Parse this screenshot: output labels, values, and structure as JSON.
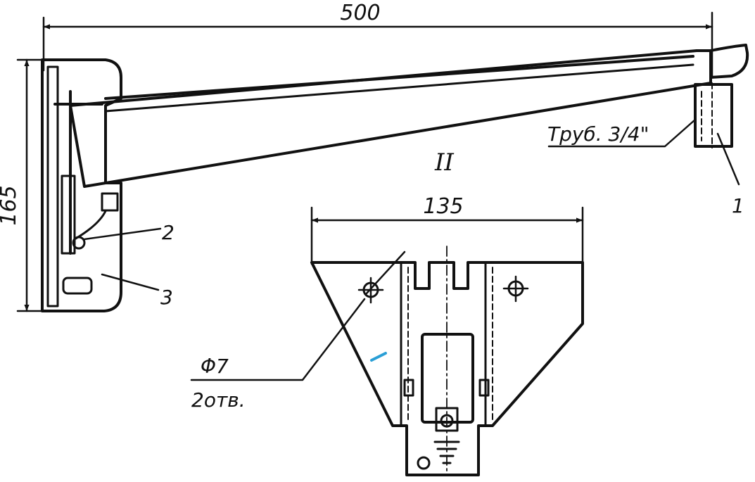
{
  "dimensions": {
    "bracket_length": "500",
    "bracket_height": "165",
    "plate_width": "135"
  },
  "labels": {
    "pipe": "Труб. 3/4\"",
    "section": "II",
    "hole_diameter": "Φ7",
    "hole_count": "2отв."
  },
  "callouts": [
    "1",
    "2",
    "3"
  ],
  "colors": {
    "fill": "#d8ecf6",
    "line": "#111111",
    "accent": "#2a9fd6"
  }
}
